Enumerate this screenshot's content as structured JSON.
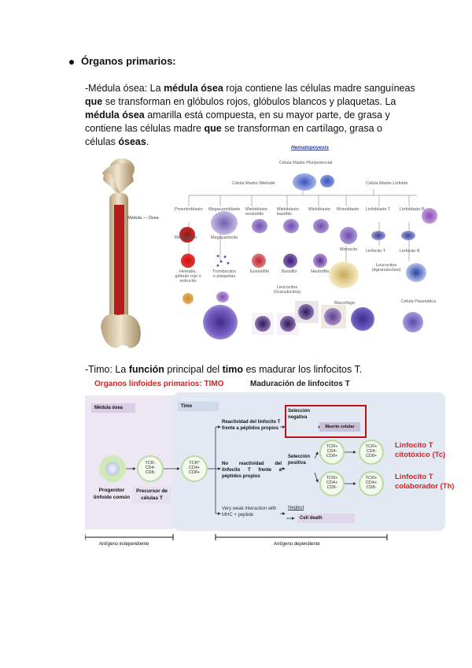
{
  "section": {
    "bullet_title": "Órganos primarios:"
  },
  "medula": {
    "p1": "-Médula ósea: La ",
    "b1": "médula ósea",
    "p2": " roja contiene las células madre sanguíneas ",
    "b2": "que",
    "p3": " se transforman en glóbulos rojos, glóbulos blancos y plaquetas. La ",
    "b3": "médula ósea",
    "p4": " amarilla está compuesta, en su mayor parte, de grasa y contiene las células madre ",
    "b4": "que",
    "p5": " se transforman en cartílago, grasa o células ",
    "b5": "óseas",
    "p6": "."
  },
  "femur": {
    "label": "Médula — Ósea"
  },
  "hemato": {
    "title": "Hematopoyesis",
    "stem": "Célula Madre Pluripotencial",
    "myeloid": "Célula Madre Mieloide",
    "lymphoid": "Célula Madre Linfoide",
    "proeritro": "Proeritroblasto",
    "megacario": "Megacarioblasto",
    "mieloblasto_eos": "Mieloblasto eosinófilo",
    "mieloblasto_bas": "Mieloblasto basófilo",
    "mieloblasto_neu": "Mieloblasto",
    "monoblasto": "Monoblasto",
    "linfoblasto_t": "Linfoblasto T",
    "linfoblasto_b": "Linfoblasto B",
    "reticulocito": "Reticulocito",
    "megacariocito": "Megacariocito",
    "eritrocito": "Hematíe, glóbulo rojo o eritrocito",
    "plaquetas": "Trombocitos o plaquetas",
    "eosinofilo": "Eosinófilo",
    "basofilo": "Basófilo",
    "neutrofilo": "Neutrófilo",
    "monocito": "Monocito",
    "linfocito_t": "Linfocito T",
    "linfocito_b": "Linfocito B",
    "granulocitos": "Leucocitos (Granulocitos)",
    "agranulocitos": "Leucocitos (Agranulocitos)",
    "macrofago": "Macrófago",
    "plasmatica": "Célula Plasmática"
  },
  "timo_line": {
    "p1": "-Timo: La ",
    "b1": "función",
    "p2": " principal del ",
    "b2": "timo",
    "p3": " es madurar los linfocitos T."
  },
  "diagram": {
    "title_left": "Organos linfoides primarios: TIMO",
    "title_right": "Maduración de linfocitos T",
    "medula_label": "Médula ósea",
    "timo_label": "Timo",
    "progenitor": "Progenitor linfoide común",
    "precursor": "Precursor de células T",
    "tcr1": [
      "TCR-",
      "CD4-",
      "CD8-"
    ],
    "tcr2": [
      "TCR*",
      "CD4+",
      "CD8+"
    ],
    "react1": "Reactividad del linfocito T frente a péptidos propios",
    "react2": "No reactividad del linfocito T frente a péptidos propios",
    "weak": "Very weak interaction with MHC + peptide",
    "sel_neg": "Selección negativa",
    "muerte": "Muerte celular",
    "sel_pos": "Selección positiva",
    "neglect": "Neglect",
    "cell_death": "Cell death",
    "tcr_c1": [
      "TCR+",
      "CD4-",
      "CD8+"
    ],
    "tcr_c2": [
      "TCR+",
      "CD4+",
      "CD8-"
    ],
    "tcr_out1": [
      "TCR+",
      "CD4-",
      "CD8+"
    ],
    "tcr_out2": [
      "TCR+",
      "CD4+",
      "CD8-"
    ],
    "tc_label": "Linfocito T citotóxico (Tc)",
    "th_label": "Linfocito T colaborador (Th)",
    "ag_indep": "Antígeno independiente",
    "ag_dep": "Antígeno dependiente"
  },
  "colors": {
    "red": "#e11d1d",
    "lavender": "#e6e1f0",
    "blue_box": "#e3e9f3",
    "green_ring": "#cfe9b8"
  }
}
